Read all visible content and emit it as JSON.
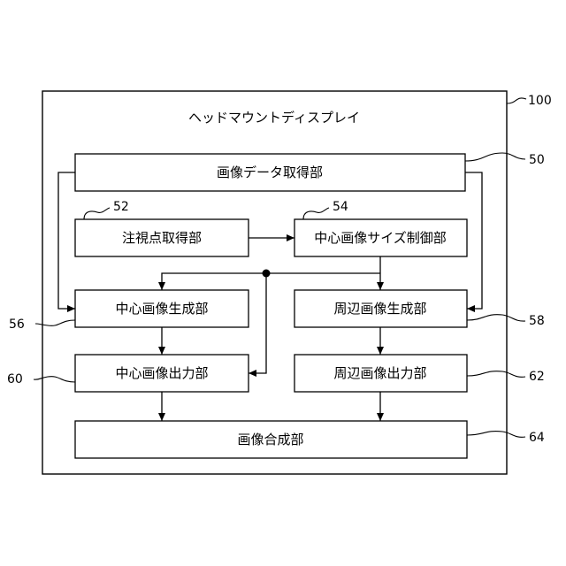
{
  "device": {
    "title": "ヘッドマウントディスプレイ",
    "ref": "100"
  },
  "blocks": {
    "image_data_acquisition": {
      "label": "画像データ取得部",
      "ref": "50"
    },
    "gaze_point_acquisition": {
      "label": "注視点取得部",
      "ref": "52"
    },
    "center_size_control": {
      "label": "中心画像サイズ制御部",
      "ref": "54"
    },
    "center_generation": {
      "label": "中心画像生成部",
      "ref": "56"
    },
    "peripheral_generation": {
      "label": "周辺画像生成部",
      "ref": "58"
    },
    "center_output": {
      "label": "中心画像出力部",
      "ref": "60"
    },
    "peripheral_output": {
      "label": "周辺画像出力部",
      "ref": "62"
    },
    "composition": {
      "label": "画像合成部",
      "ref": "64"
    }
  }
}
